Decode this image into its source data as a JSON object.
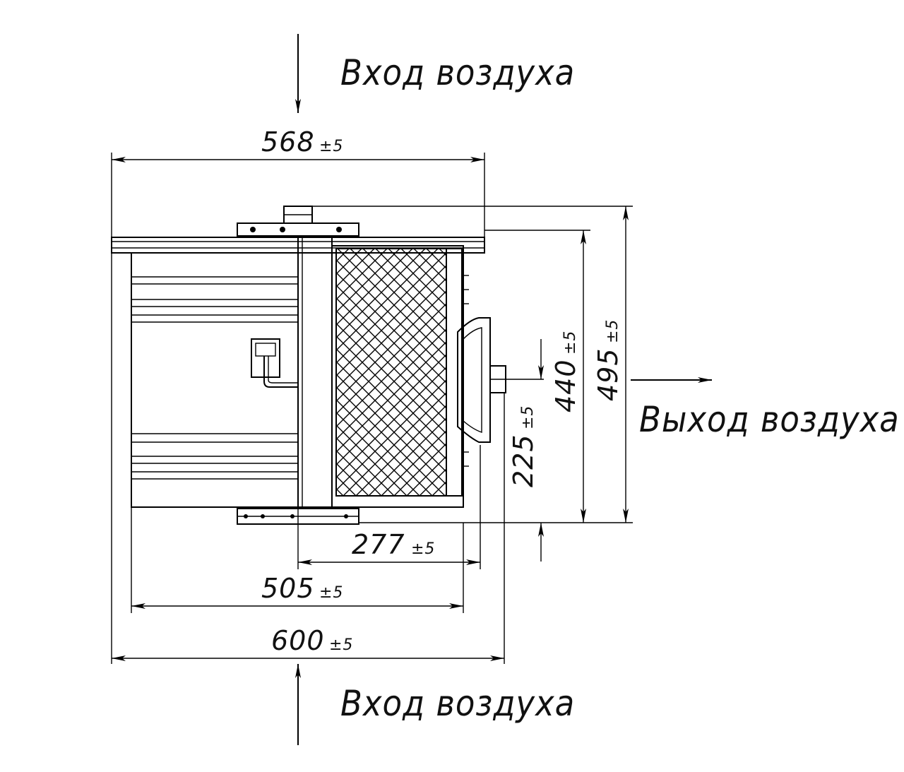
{
  "labels": {
    "air_in_top": "Вход воздуха",
    "air_in_bottom": "Вход воздуха",
    "air_out": "Выход воздуха"
  },
  "dimensions": {
    "d568": {
      "value": "568",
      "tol": "±5"
    },
    "d277": {
      "value": "277",
      "tol": "±5"
    },
    "d505": {
      "value": "505",
      "tol": "±5"
    },
    "d600": {
      "value": "600",
      "tol": "±5"
    },
    "d225": {
      "value": "225",
      "tol": "±5"
    },
    "d440": {
      "value": "440",
      "tol": "±5"
    },
    "d495": {
      "value": "495",
      "tol": "±5"
    }
  },
  "colors": {
    "line": "#000000",
    "background": "#ffffff"
  }
}
